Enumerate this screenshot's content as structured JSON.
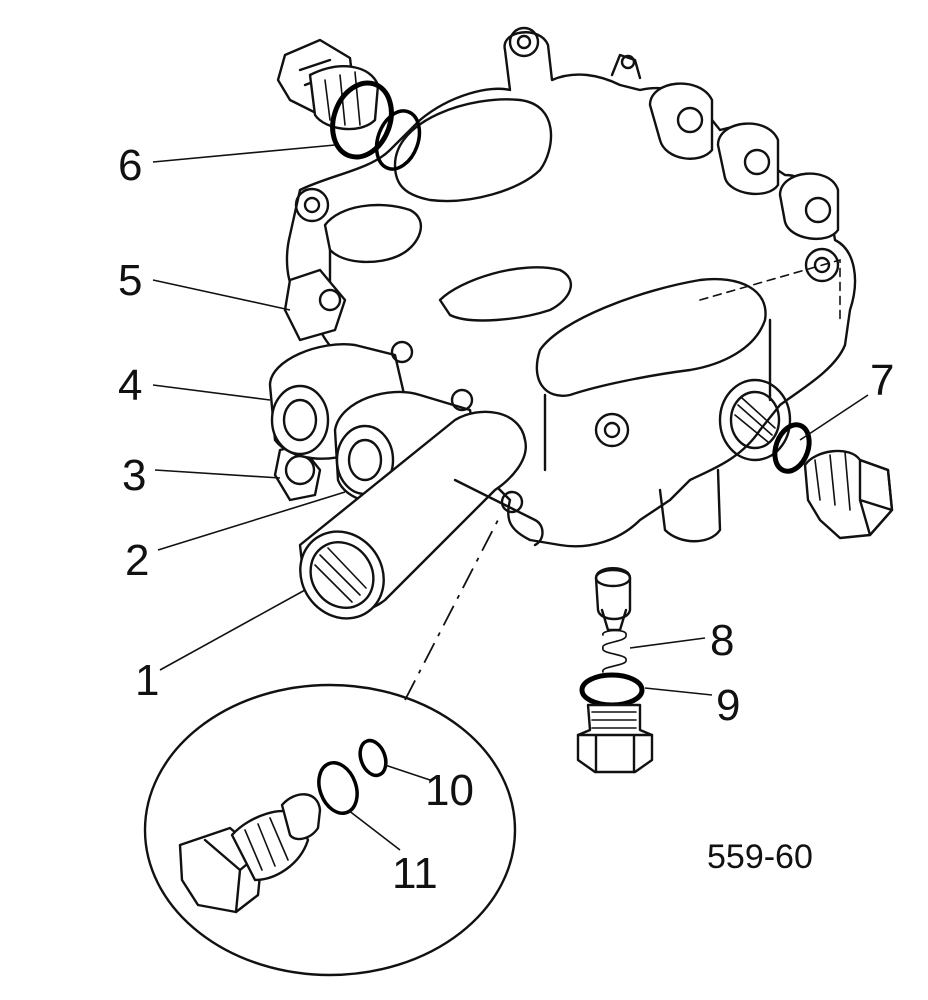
{
  "diagram": {
    "drawing_number": "559-60",
    "callouts": [
      {
        "id": "c1",
        "text": "1"
      },
      {
        "id": "c2",
        "text": "2"
      },
      {
        "id": "c3",
        "text": "3"
      },
      {
        "id": "c4",
        "text": "4"
      },
      {
        "id": "c5",
        "text": "5"
      },
      {
        "id": "c6",
        "text": "6"
      },
      {
        "id": "c7",
        "text": "7"
      },
      {
        "id": "c8",
        "text": "8"
      },
      {
        "id": "c9",
        "text": "9"
      },
      {
        "id": "c10",
        "text": "10"
      },
      {
        "id": "c11",
        "text": "11"
      }
    ]
  }
}
